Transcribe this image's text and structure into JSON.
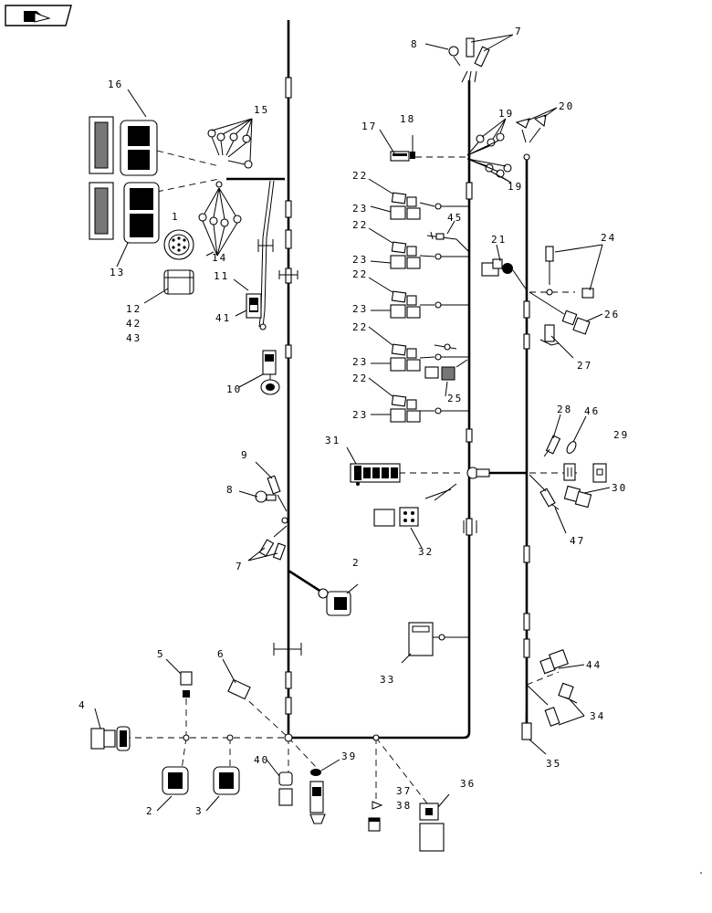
{
  "nav_icon": "page-back-arrow-icon",
  "labels": {
    "l1": "1",
    "l2a": "2",
    "l2b": "2",
    "l3": "3",
    "l4": "4",
    "l5": "5",
    "l6": "6",
    "l7a": "7",
    "l7b": "7",
    "l8a": "8",
    "l8b": "8",
    "l9": "9",
    "l10": "10",
    "l11": "11",
    "l12": "12",
    "l42": "42",
    "l43": "43",
    "l13": "13",
    "l14": "14",
    "l15": "15",
    "l16": "16",
    "l17": "17",
    "l18": "18",
    "l19a": "19",
    "l19b": "19",
    "l20": "20",
    "l21": "21",
    "l22a": "22",
    "l22b": "22",
    "l22c": "22",
    "l22d": "22",
    "l22e": "22",
    "l23a": "23",
    "l23b": "23",
    "l23c": "23",
    "l23d": "23",
    "l23e": "23",
    "l24": "24",
    "l25": "25",
    "l26": "26",
    "l27": "27",
    "l28": "28",
    "l29": "29",
    "l30": "30",
    "l31": "31",
    "l32": "32",
    "l33": "33",
    "l34": "34",
    "l35": "35",
    "l36": "36",
    "l37": "37",
    "l38": "38",
    "l39": "39",
    "l40": "40",
    "l41": "41",
    "l44": "44",
    "l45": "45",
    "l46": "46",
    "l47": "47"
  }
}
